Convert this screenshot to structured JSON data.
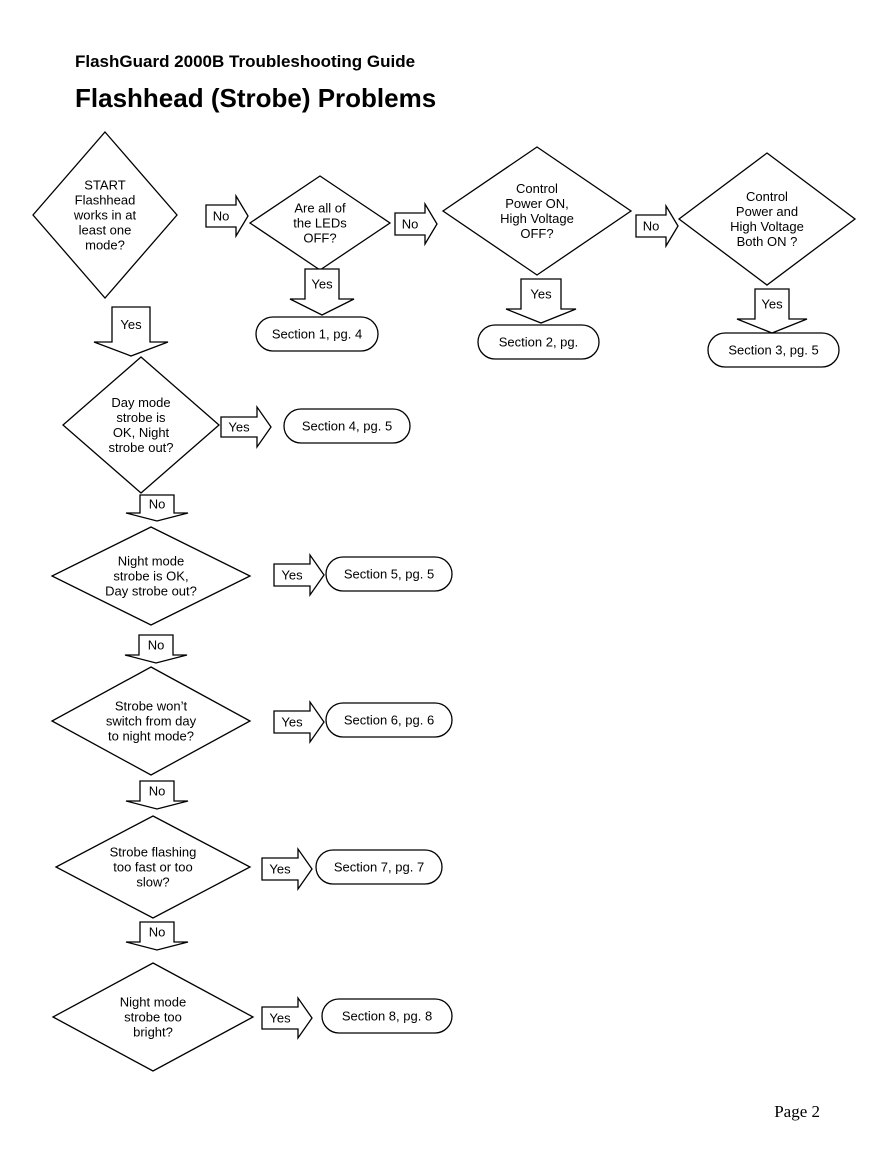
{
  "document": {
    "guide_title": "FlashGuard 2000B Troubleshooting Guide",
    "page_heading": "Flashhead (Strobe) Problems",
    "page_number": "Page 2"
  },
  "flowchart": {
    "decisions": [
      {
        "id": "d1",
        "lines": [
          "START",
          "Flashhead",
          "works in at",
          "least one",
          "mode?"
        ]
      },
      {
        "id": "d2",
        "lines": [
          "Are all of",
          "the LEDs",
          "OFF?"
        ]
      },
      {
        "id": "d3",
        "lines": [
          "Control",
          "Power ON,",
          "High Voltage",
          "OFF?"
        ]
      },
      {
        "id": "d4",
        "lines": [
          "Control",
          "Power and",
          "High Voltage",
          "Both ON ?"
        ]
      },
      {
        "id": "d5",
        "lines": [
          "Day mode",
          "strobe is",
          "OK, Night",
          "strobe out?"
        ]
      },
      {
        "id": "d6",
        "lines": [
          "Night mode",
          "strobe is OK,",
          "Day strobe out?"
        ]
      },
      {
        "id": "d7",
        "lines": [
          "Strobe won’t",
          "switch from day",
          "to night mode?"
        ]
      },
      {
        "id": "d8",
        "lines": [
          "Strobe flashing",
          "too fast or too",
          "slow?"
        ]
      },
      {
        "id": "d9",
        "lines": [
          "Night mode",
          "strobe too",
          "bright?"
        ]
      }
    ],
    "terminals": [
      {
        "id": "s1",
        "label": "Section 1, pg. 4"
      },
      {
        "id": "s2",
        "label": "Section 2, pg."
      },
      {
        "id": "s3",
        "label": "Section 3, pg. 5"
      },
      {
        "id": "s4",
        "label": "Section 4, pg. 5"
      },
      {
        "id": "s5",
        "label": "Section 5, pg. 5"
      },
      {
        "id": "s6",
        "label": "Section 6, pg. 6"
      },
      {
        "id": "s7",
        "label": "Section 7, pg. 7"
      },
      {
        "id": "s8",
        "label": "Section 8, pg. 8"
      }
    ],
    "arrows": [
      {
        "id": "a1",
        "dir": "right",
        "label": "No"
      },
      {
        "id": "a2",
        "dir": "right",
        "label": "No"
      },
      {
        "id": "a3",
        "dir": "right",
        "label": "No"
      },
      {
        "id": "a4",
        "dir": "down",
        "label": "Yes"
      },
      {
        "id": "a5",
        "dir": "down",
        "label": "Yes"
      },
      {
        "id": "a6",
        "dir": "down",
        "label": "Yes"
      },
      {
        "id": "a7",
        "dir": "down",
        "label": "Yes"
      },
      {
        "id": "a8",
        "dir": "right",
        "label": "Yes"
      },
      {
        "id": "a9",
        "dir": "down",
        "label": "No"
      },
      {
        "id": "a10",
        "dir": "right",
        "label": "Yes"
      },
      {
        "id": "a11",
        "dir": "down",
        "label": "No"
      },
      {
        "id": "a12",
        "dir": "right",
        "label": "Yes"
      },
      {
        "id": "a13",
        "dir": "down",
        "label": "No"
      },
      {
        "id": "a14",
        "dir": "right",
        "label": "Yes"
      },
      {
        "id": "a15",
        "dir": "down",
        "label": "No"
      },
      {
        "id": "a16",
        "dir": "right",
        "label": "Yes"
      }
    ]
  }
}
